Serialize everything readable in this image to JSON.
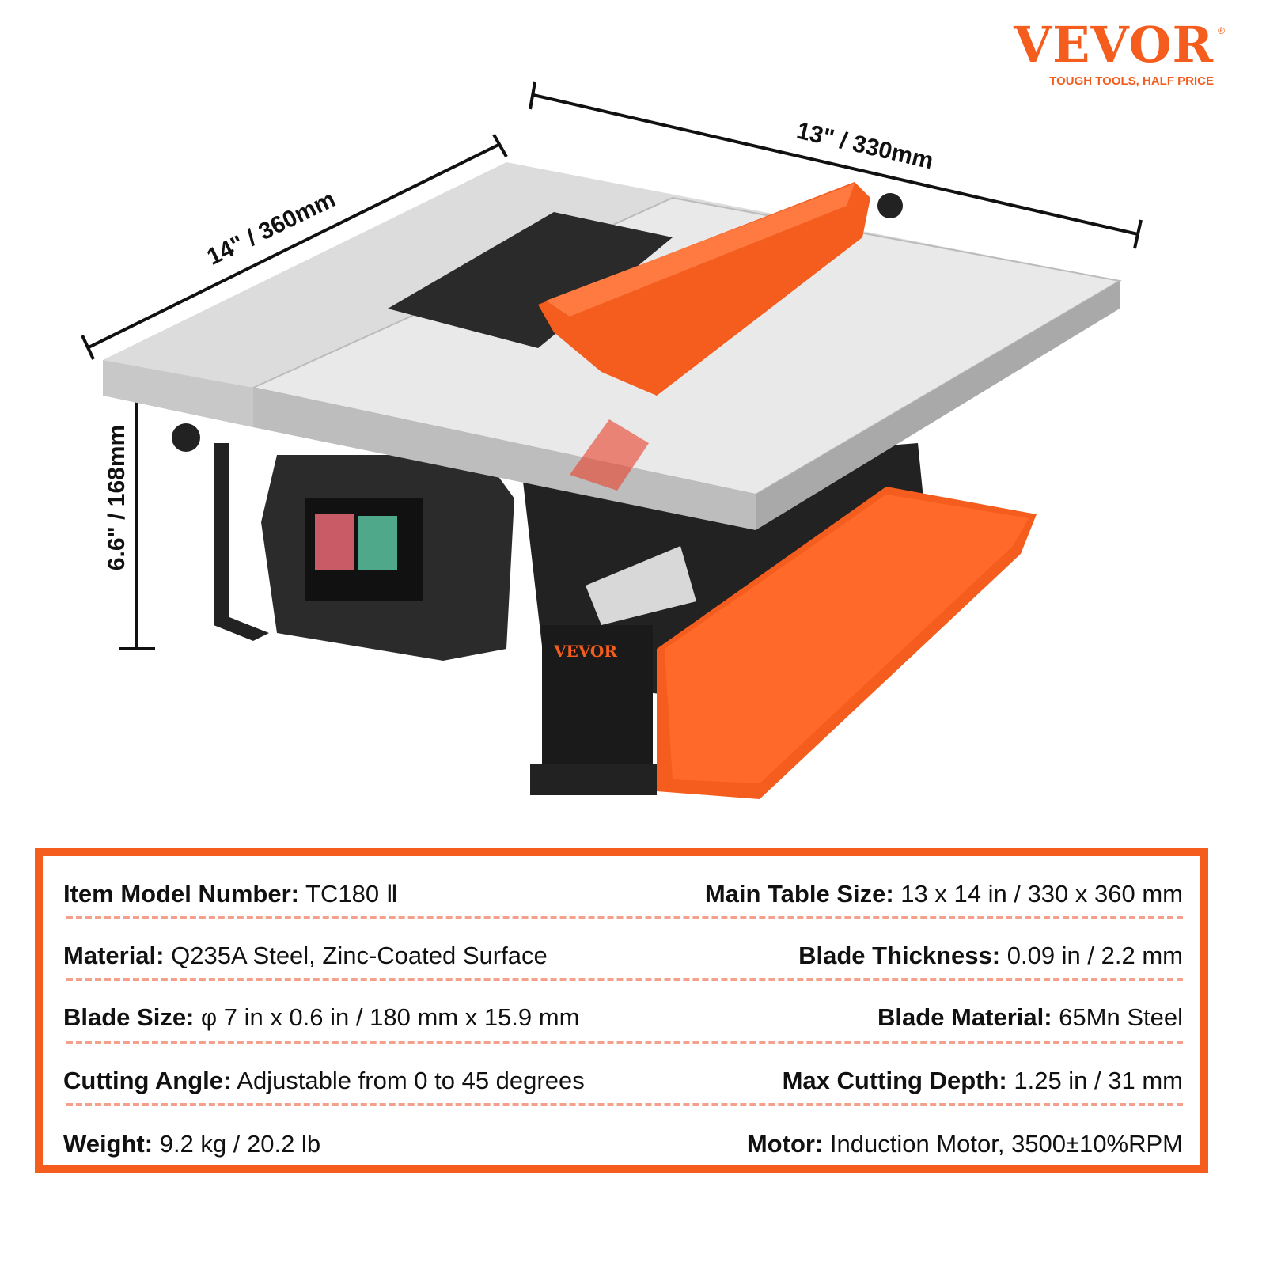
{
  "brand": {
    "name": "VEVOR",
    "tagline": "TOUGH TOOLS, HALF PRICE",
    "color": "#f45d1e"
  },
  "dimensions": {
    "depth": "14\" / 360mm",
    "width": "13\" / 330mm",
    "height": "6.6\" / 168mm"
  },
  "specs": [
    {
      "left": {
        "label": "Item Model Number:",
        "value": "TC180 Ⅱ"
      },
      "right": {
        "label": "Main Table Size:",
        "value": "13 x 14 in / 330 x 360 mm"
      }
    },
    {
      "left": {
        "label": "Material:",
        "value": "Q235A Steel, Zinc-Coated Surface"
      },
      "right": {
        "label": "Blade Thickness:",
        "value": "0.09 in / 2.2 mm"
      }
    },
    {
      "left": {
        "label": "Blade Size:",
        "value": "φ 7 in x 0.6 in / 180 mm x 15.9 mm"
      },
      "right": {
        "label": "Blade Material:",
        "value": "65Mn Steel"
      }
    },
    {
      "left": {
        "label": "Cutting Angle:",
        "value": "Adjustable from 0 to 45 degrees"
      },
      "right": {
        "label": "Max Cutting Depth:",
        "value": "1.25 in / 31 mm"
      }
    },
    {
      "left": {
        "label": "Weight:",
        "value": "9.2 kg / 20.2 lb"
      },
      "right": {
        "label": "Motor:",
        "value": "Induction Motor, 3500±10%RPM"
      }
    }
  ],
  "colors": {
    "accent": "#f45d1e",
    "separator": "#f5a08a"
  }
}
